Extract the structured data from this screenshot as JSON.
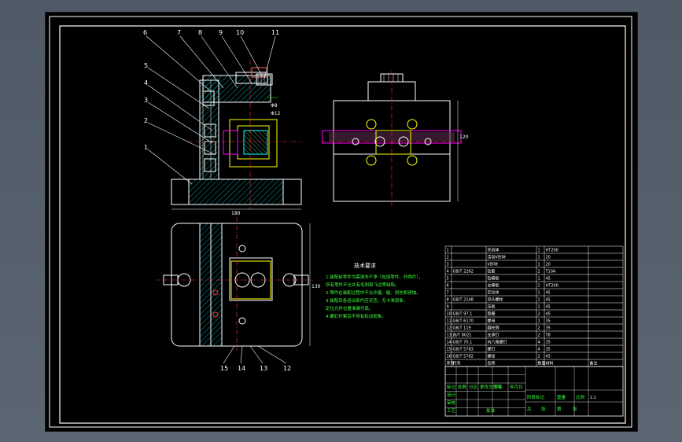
{
  "drawing": {
    "part_numbers_top": [
      "6",
      "7",
      "8",
      "9",
      "10",
      "11"
    ],
    "part_numbers_left": [
      "5",
      "4",
      "3",
      "2",
      "1"
    ],
    "part_numbers_bottom": [
      "15",
      "14",
      "13",
      "12"
    ],
    "dim_width": "180",
    "dim_height_right": "120",
    "dim_plan_height": "130",
    "tech_title": "技术要求",
    "tech_lines": [
      "1.装配前零件均需清洗干净（包括零件、外购件），",
      "  所有零件不允许有毛刺和飞边等缺陷。",
      "2.零件在装配过程中不允许磕、碰、划伤和锈蚀。",
      "3.装配后各运动部件应灵活，无卡滞现象，",
      "  定位元件位置准确可靠。",
      "4.螺钉拧紧后不得有松动现象。"
    ],
    "bom_rows": [
      [
        "16",
        "GB/T 5782",
        "螺栓",
        "2",
        "45",
        ""
      ],
      [
        "15",
        "GB/T 5783",
        "螺钉",
        "4",
        "35",
        ""
      ],
      [
        "14",
        "GB/T 70.1",
        "内六角螺钉",
        "4",
        "35",
        ""
      ],
      [
        "13",
        "JB/T 8021",
        "支承钉",
        "2",
        "T8",
        ""
      ],
      [
        "12",
        "GB/T 119",
        "圆柱销",
        "2",
        "35",
        ""
      ],
      [
        "11",
        "GB/T 6170",
        "螺母",
        "1",
        "35",
        ""
      ],
      [
        "10",
        "GB/T 97.1",
        "垫圈",
        "2",
        "45",
        ""
      ],
      [
        "9",
        "",
        "压板",
        "1",
        "45",
        ""
      ],
      [
        "8",
        "GB/T 2148",
        "双头螺柱",
        "1",
        "45",
        ""
      ],
      [
        "7",
        "",
        "定位块",
        "1",
        "45",
        ""
      ],
      [
        "6",
        "",
        "支撑板",
        "1",
        "HT200",
        ""
      ],
      [
        "5",
        "",
        "钻模板",
        "1",
        "45",
        ""
      ],
      [
        "4",
        "GB/T 2262",
        "钻套",
        "2",
        "T10A",
        ""
      ],
      [
        "3",
        "",
        "V形块",
        "1",
        "20",
        ""
      ],
      [
        "2",
        "",
        "活动V形块",
        "1",
        "20",
        ""
      ],
      [
        "1",
        "",
        "夹具体",
        "1",
        "HT200",
        ""
      ]
    ],
    "bom_header": [
      "序号",
      "代号",
      "名称",
      "数量",
      "材料",
      "备注"
    ],
    "title_block": {
      "labels": [
        "标记",
        "处数",
        "分区",
        "更改文件号",
        "签名",
        "年月日",
        "设计",
        "审核",
        "工艺",
        "批准",
        "阶段标记",
        "重量",
        "比例",
        "共",
        "张",
        "第",
        "张"
      ],
      "scale": "1:1"
    }
  }
}
